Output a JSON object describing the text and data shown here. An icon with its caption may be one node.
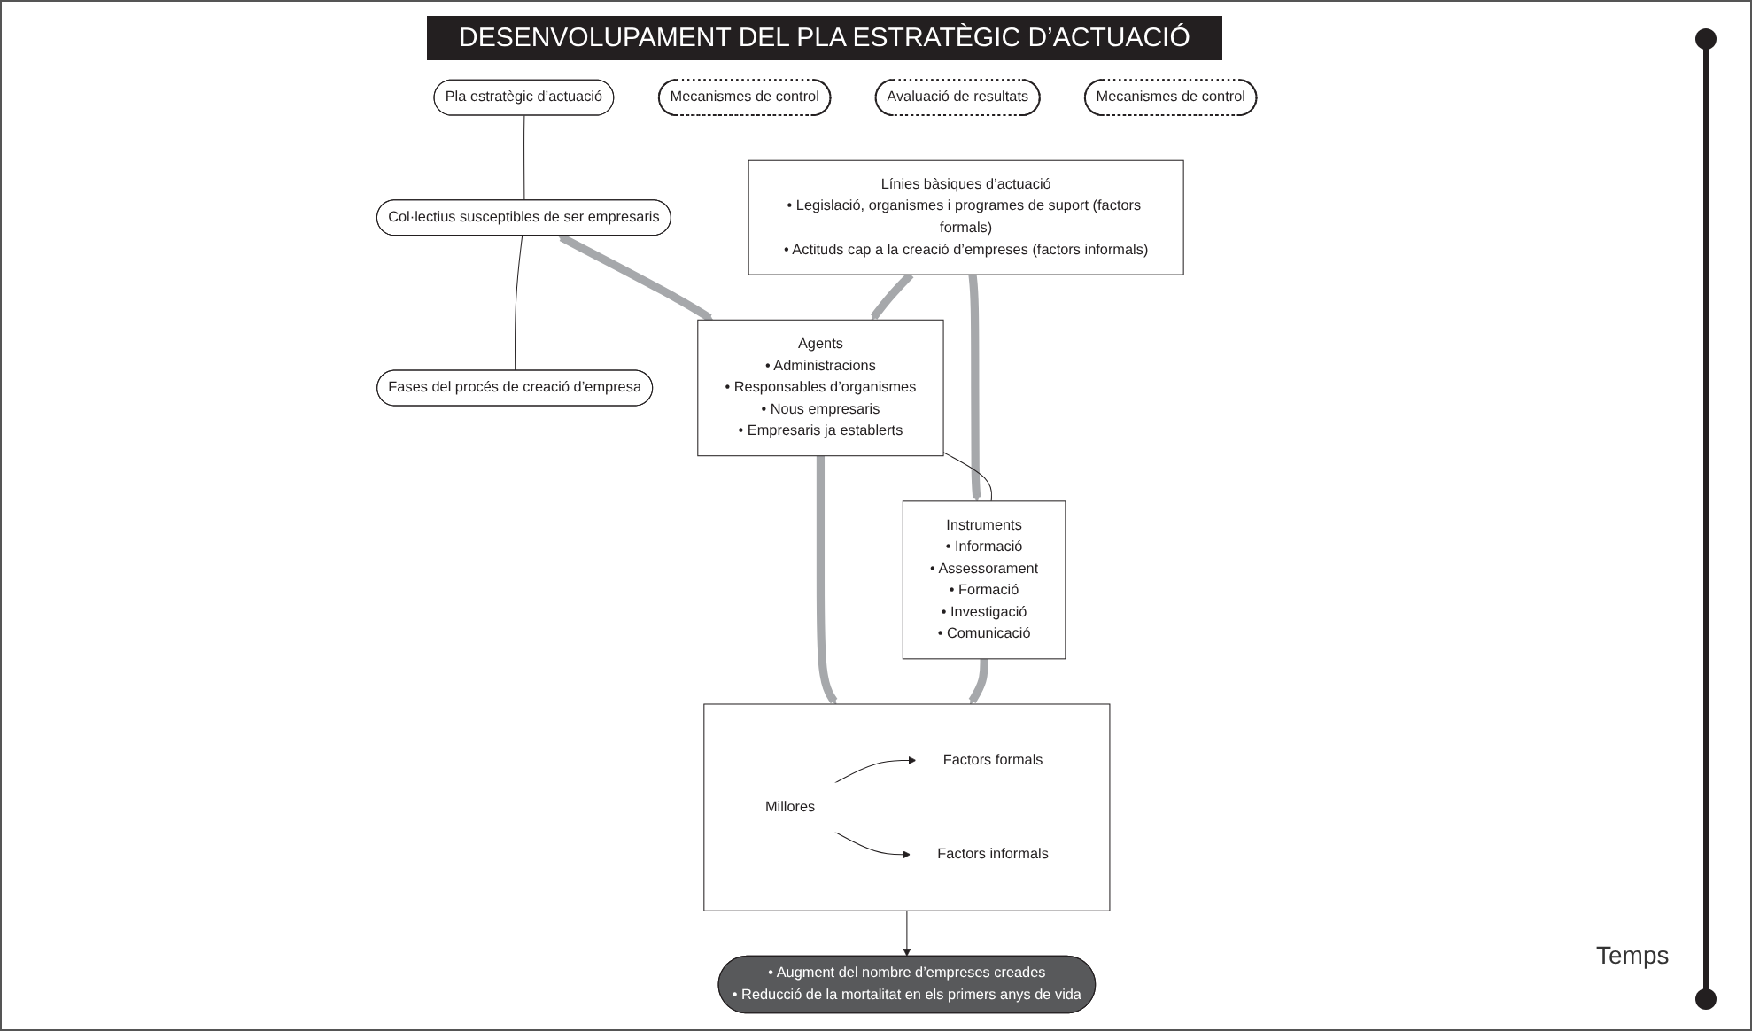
{
  "diagram": {
    "title": "DESENVOLUPAMENT DEL PLA ESTRATÈGIC D’ACTUACIÓ",
    "nodes": [
      {
        "text": [
          "Pla estratègic d’actuació"
        ]
      },
      {
        "text": [
          "Col·lectius susceptibles de ser empresaris"
        ]
      },
      {
        "text": [
          "Fases del procés de creació d’empresa"
        ]
      },
      {
        "text": [
          "Línies bàsiques d’actuació",
          "• Legislació, organismes i programes de suport (factors formals)",
          "• Actituds cap a la creació d’empreses (factors informals)"
        ]
      },
      {
        "text": [
          "Agents",
          "• Administracions",
          "• Responsables d’organismes",
          "• Nous empresaris",
          "• Empresaris ja establerts"
        ]
      },
      {
        "text": [
          "Instruments",
          "• Informació",
          "• Assessorament",
          "• Formació",
          "• Investigació",
          "• Comunicació"
        ]
      },
      {
        "text": [],
        "shape": "box"
      },
      {
        "text": [
          "Millores"
        ],
        "in": 6
      },
      {
        "text": [
          "Factors formals"
        ],
        "in": 6
      },
      {
        "text": [
          "Factors informals"
        ],
        "in": 6
      },
      {
        "text": [
          "• Augment del nombre d’empreses creades",
          "• Reducció de la mortalitat en els primers anys de vida"
        ]
      },
      {
        "text": [
          "Mecanismes de control"
        ]
      },
      {
        "text": [
          "Avaluació de resultats"
        ]
      },
      {
        "text": [
          "Mecanismes de control"
        ]
      }
    ],
    "edges": [
      {
        "from": 0,
        "to": 1,
        "arrow": "none"
      },
      {
        "from": 1,
        "to": 2,
        "arrow": "none"
      },
      {
        "from": 1,
        "to": 4,
        "arrow": "both",
        "style": "thick",
        "color": "#a6a8ab"
      },
      {
        "from": 3,
        "to": 4,
        "arrow": "to",
        "style": "thick",
        "color": "#a6a8ab"
      },
      {
        "from": 3,
        "to": 5,
        "arrow": "to",
        "style": "thick",
        "color": "#a6a8ab"
      },
      {
        "from": 4,
        "to": 5,
        "arrow": "none"
      },
      {
        "from": 4,
        "to": 6,
        "arrow": "to",
        "style": "thick",
        "color": "#a6a8ab"
      },
      {
        "from": 5,
        "to": 6,
        "arrow": "to",
        "style": "thick",
        "color": "#a6a8ab"
      },
      {
        "from": 7,
        "to": 8,
        "arrow": "to"
      },
      {
        "from": 7,
        "to": 9,
        "arrow": "to"
      },
      {
        "from": 6,
        "to": 10,
        "arrow": "to"
      }
    ],
    "labels": [
      "Temps"
    ]
  }
}
